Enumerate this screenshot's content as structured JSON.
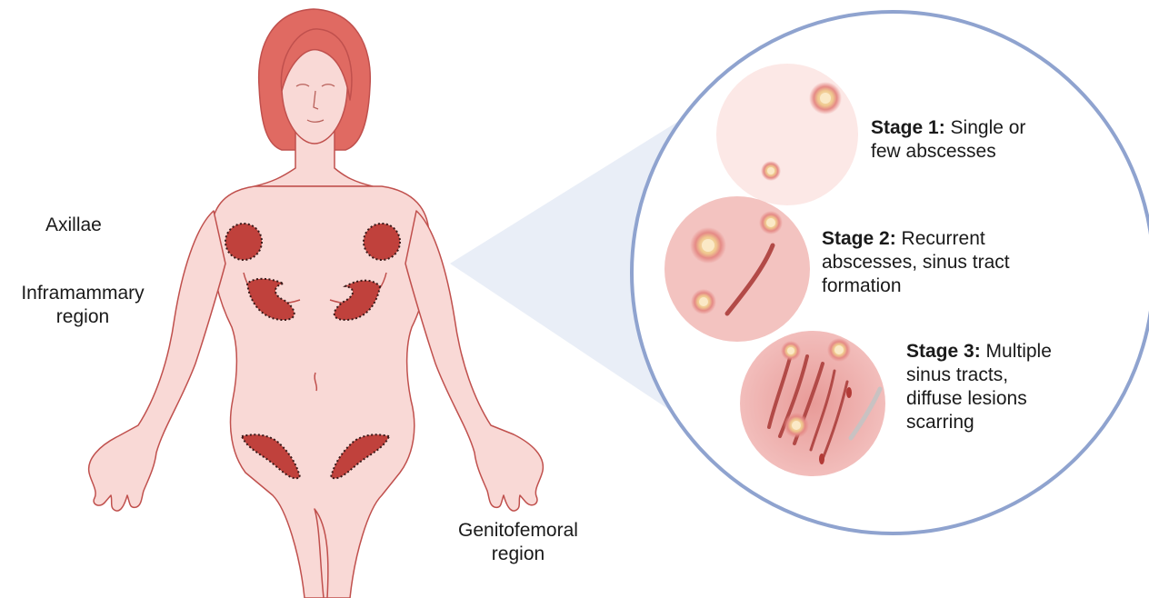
{
  "regions": {
    "axillae": "Axillae",
    "inframammary_line1": "Inframammary",
    "inframammary_line2": "region",
    "genitofemoral_line1": "Genitofemoral",
    "genitofemoral_line2": "region"
  },
  "stages": [
    {
      "title": "Stage 1:",
      "lines": [
        " Single or",
        "few abscesses"
      ]
    },
    {
      "title": "Stage 2:",
      "lines": [
        " Recurrent",
        "abscesses, sinus tract",
        "formation"
      ]
    },
    {
      "title": "Stage 3:",
      "lines": [
        " Multiple",
        "sinus tracts,",
        "diffuse lesions",
        "scarring"
      ]
    }
  ],
  "colors": {
    "skin": "#f9d9d6",
    "skin_outline": "#c0504d",
    "hair": "#e06a62",
    "lesion": "#c0413c",
    "magnifier_ring": "#8fa3cf",
    "beam": "#e4eaf5",
    "stage1_bg": "#fce8e6",
    "stage2_bg": "#f3c3c0",
    "stage3_bg": "#eba4a1"
  }
}
